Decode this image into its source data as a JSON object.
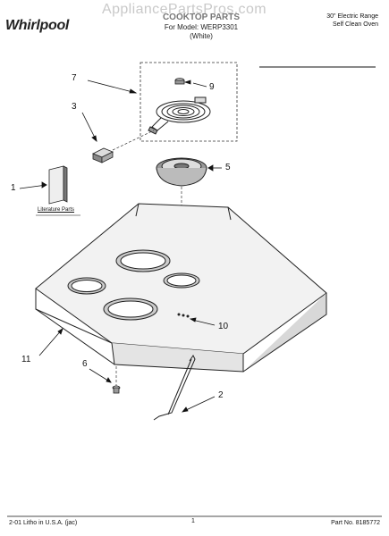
{
  "header": {
    "brand": "Whirlpool",
    "watermark": "AppliancePartsPros.com",
    "title": "COOKTOP PARTS",
    "model_line": "For Model: WERP3301",
    "color_line": "(White)",
    "range_line1": "30\" Electric Range",
    "range_line2": "Self Clean Oven"
  },
  "callouts": [
    "7",
    "9",
    "3",
    "5",
    "1",
    "10",
    "11",
    "6",
    "2"
  ],
  "literature_label": "Literature Parts",
  "footer": {
    "left": "2-01 Litho in U.S.A. (jac)",
    "page": "1",
    "part_no": "Part No. 8185772"
  }
}
